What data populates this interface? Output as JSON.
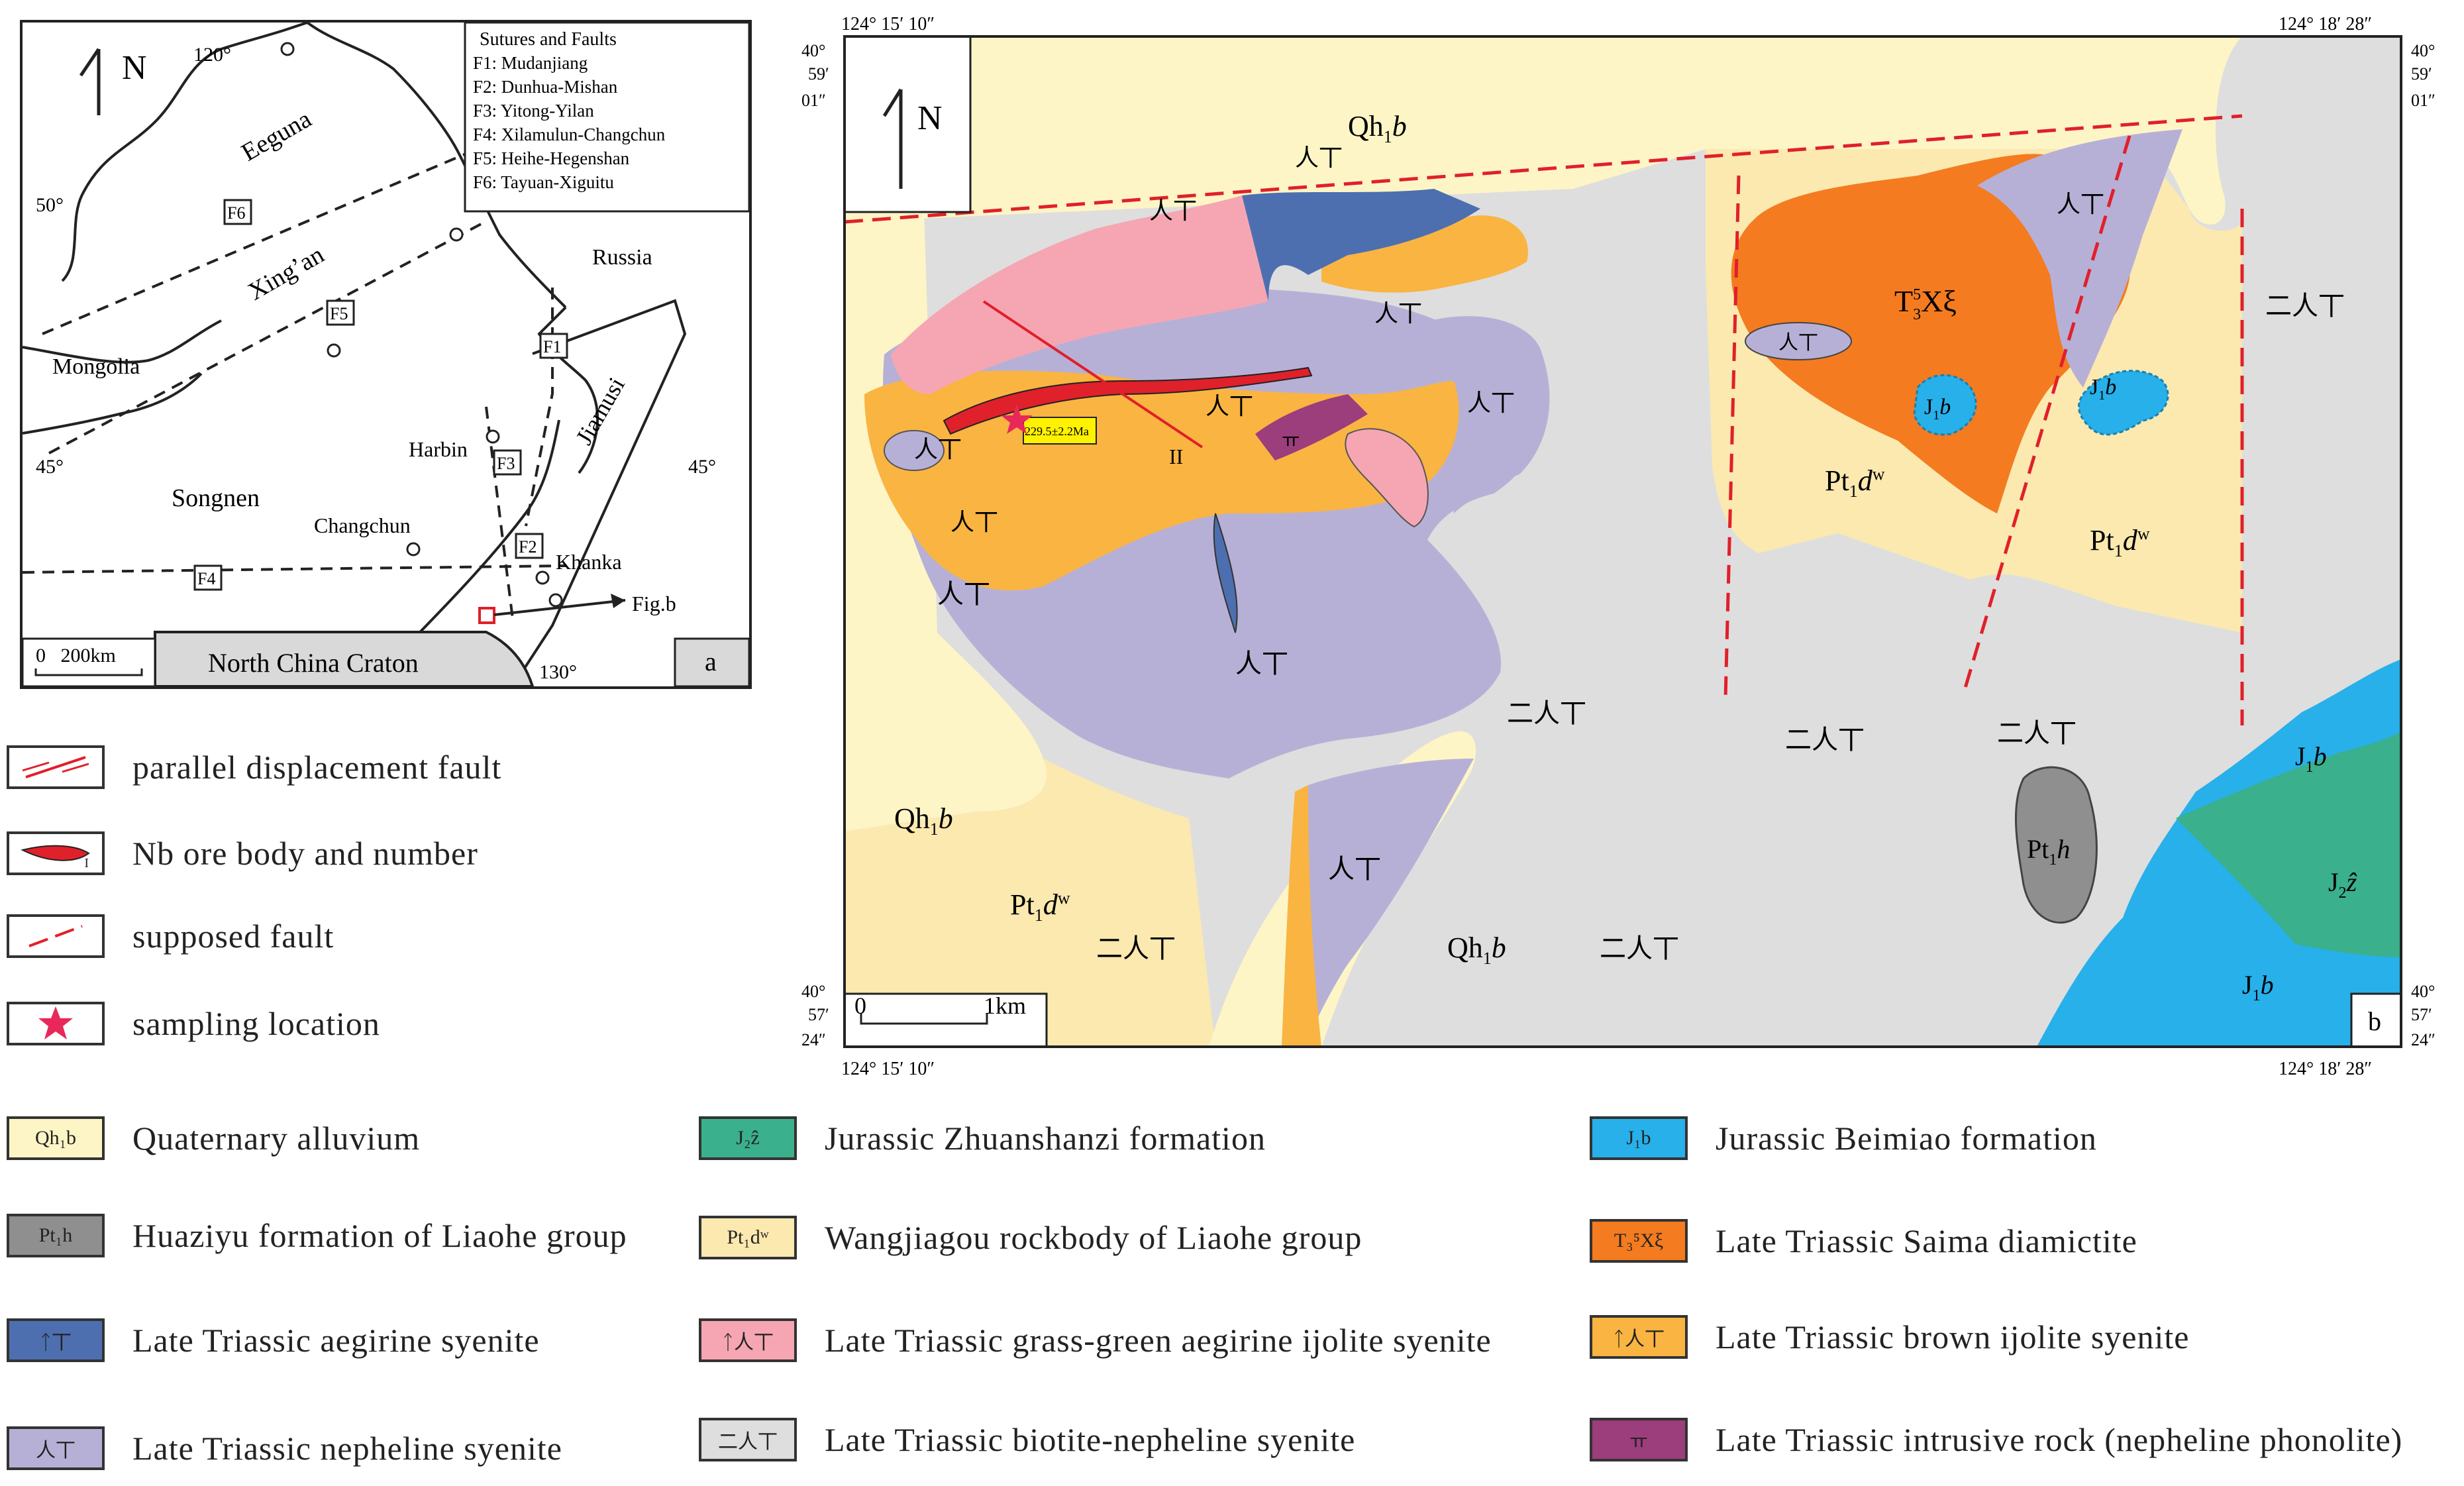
{
  "panel_a": {
    "north": "N",
    "lat_50": "50°",
    "lat_45_left": "45°",
    "lat_45_right": "45°",
    "lon_120": "120°",
    "lon_130": "130°",
    "regions": {
      "eeguna": "Eeguna",
      "xingan": "Xing’an",
      "russia": "Russia",
      "mongolia": "Mongolia",
      "songnen": "Songnen",
      "harbin": "Harbin",
      "changchun": "Changchun",
      "jiamusi": "Jiamusi",
      "khanka": "Khanka",
      "figb": "Fig.b",
      "craton": "North China Craton"
    },
    "fault_boxes": [
      "F1",
      "F2",
      "F3",
      "F4",
      "F5",
      "F6"
    ],
    "scale_label": "0   200km",
    "panel_letter": "a",
    "sutures": {
      "title": "Sutures and Faults",
      "items": [
        "F1: Mudanjiang",
        "F2: Dunhua-Mishan",
        "F3: Yitong-Yilan",
        "F4: Xilamulun-Changchun",
        "F5: Heihe-Hegenshan",
        "F6: Tayuan-Xiguitu"
      ]
    }
  },
  "panel_b": {
    "north": "N",
    "coord_top_left": "124° 15′ 10″",
    "coord_top_right": "124° 18′ 28″",
    "coord_bottom_left": "124° 15′ 10″",
    "coord_bottom_right": "124° 18′ 28″",
    "lat_top_left": [
      "40°",
      "59′",
      "01″"
    ],
    "lat_top_right": [
      "40°",
      "59′",
      "01″"
    ],
    "lat_bottom_left": [
      "40°",
      "57′",
      "24″"
    ],
    "lat_bottom_right": [
      "40°",
      "57′",
      "24″"
    ],
    "age_label": "229.5±2.2Ma",
    "ore_number": "II",
    "scale_zero": "0",
    "scale_km": "1km",
    "panel_letter": "b",
    "unit_labels": {
      "qhb": "Qh",
      "qhb_sub": "1",
      "qhb_it": "b",
      "ptdw": "Pt",
      "ptdw_sub": "1",
      "ptdw_it": "d",
      "ptdw_sup": "w",
      "pth_it": "h",
      "jb_it": "b",
      "jz": "J",
      "jz_sub": "2",
      "jz_it": "ẑ",
      "txi": "T",
      "txi_sup": "5",
      "txi_sub": "3",
      "txi_tail": "Xξ"
    },
    "symbols": {
      "nepheline": "人丅",
      "biotite": "二人丅",
      "phonolite": "ㅠ"
    }
  },
  "legend_left": [
    {
      "label": "parallel displacement fault"
    },
    {
      "label": "Nb ore body and number",
      "swatch": "I"
    },
    {
      "label": "supposed fault"
    },
    {
      "label": "sampling location"
    }
  ],
  "legend_units": [
    {
      "swatch": "Qh₁b",
      "label": "Quaternary alluvium",
      "color": "#fdf5c6"
    },
    {
      "swatch": "Pt₁h",
      "label": "Huaziyu formation of  Liaohe group",
      "color": "#8f8f8f"
    },
    {
      "swatch": "ᛏ丅",
      "label": "Late Triassic aegirine syenite",
      "color": "#4d6fb0"
    },
    {
      "swatch": "人丅",
      "label": "Late Triassic nepheline syenite",
      "color": "#b7b0d6"
    },
    {
      "swatch": "J₂ẑ",
      "label": "Jurassic Zhuanshanzi formation",
      "color": "#3ab08c"
    },
    {
      "swatch": "Pt₁dʷ",
      "label": "Wangjiagou rockbody of Liaohe group",
      "color": "#fbe9b0"
    },
    {
      "swatch": "ᛏ人丅",
      "label": "Late Triassic grass-green aegirine ijolite syenite",
      "color": "#f6a6b2"
    },
    {
      "swatch": "二人丅",
      "label": "Late Triassic biotite-nepheline syenite",
      "color": "#dedede"
    },
    {
      "swatch": "J₁b",
      "label": "Jurassic Beimiao formation",
      "color": "#27b0ea"
    },
    {
      "swatch": "T₃⁵Xξ",
      "label": "Late Triassic Saima diamictite",
      "color": "#f47b20"
    },
    {
      "swatch": "ᛏ人丅",
      "label": "Late Triassic brown  ijolite syenite",
      "color": "#f9b442"
    },
    {
      "swatch": "ㅠ",
      "label": "Late Triassic intrusive rock (nepheline phonolite)",
      "color": "#9c3d7c"
    }
  ]
}
